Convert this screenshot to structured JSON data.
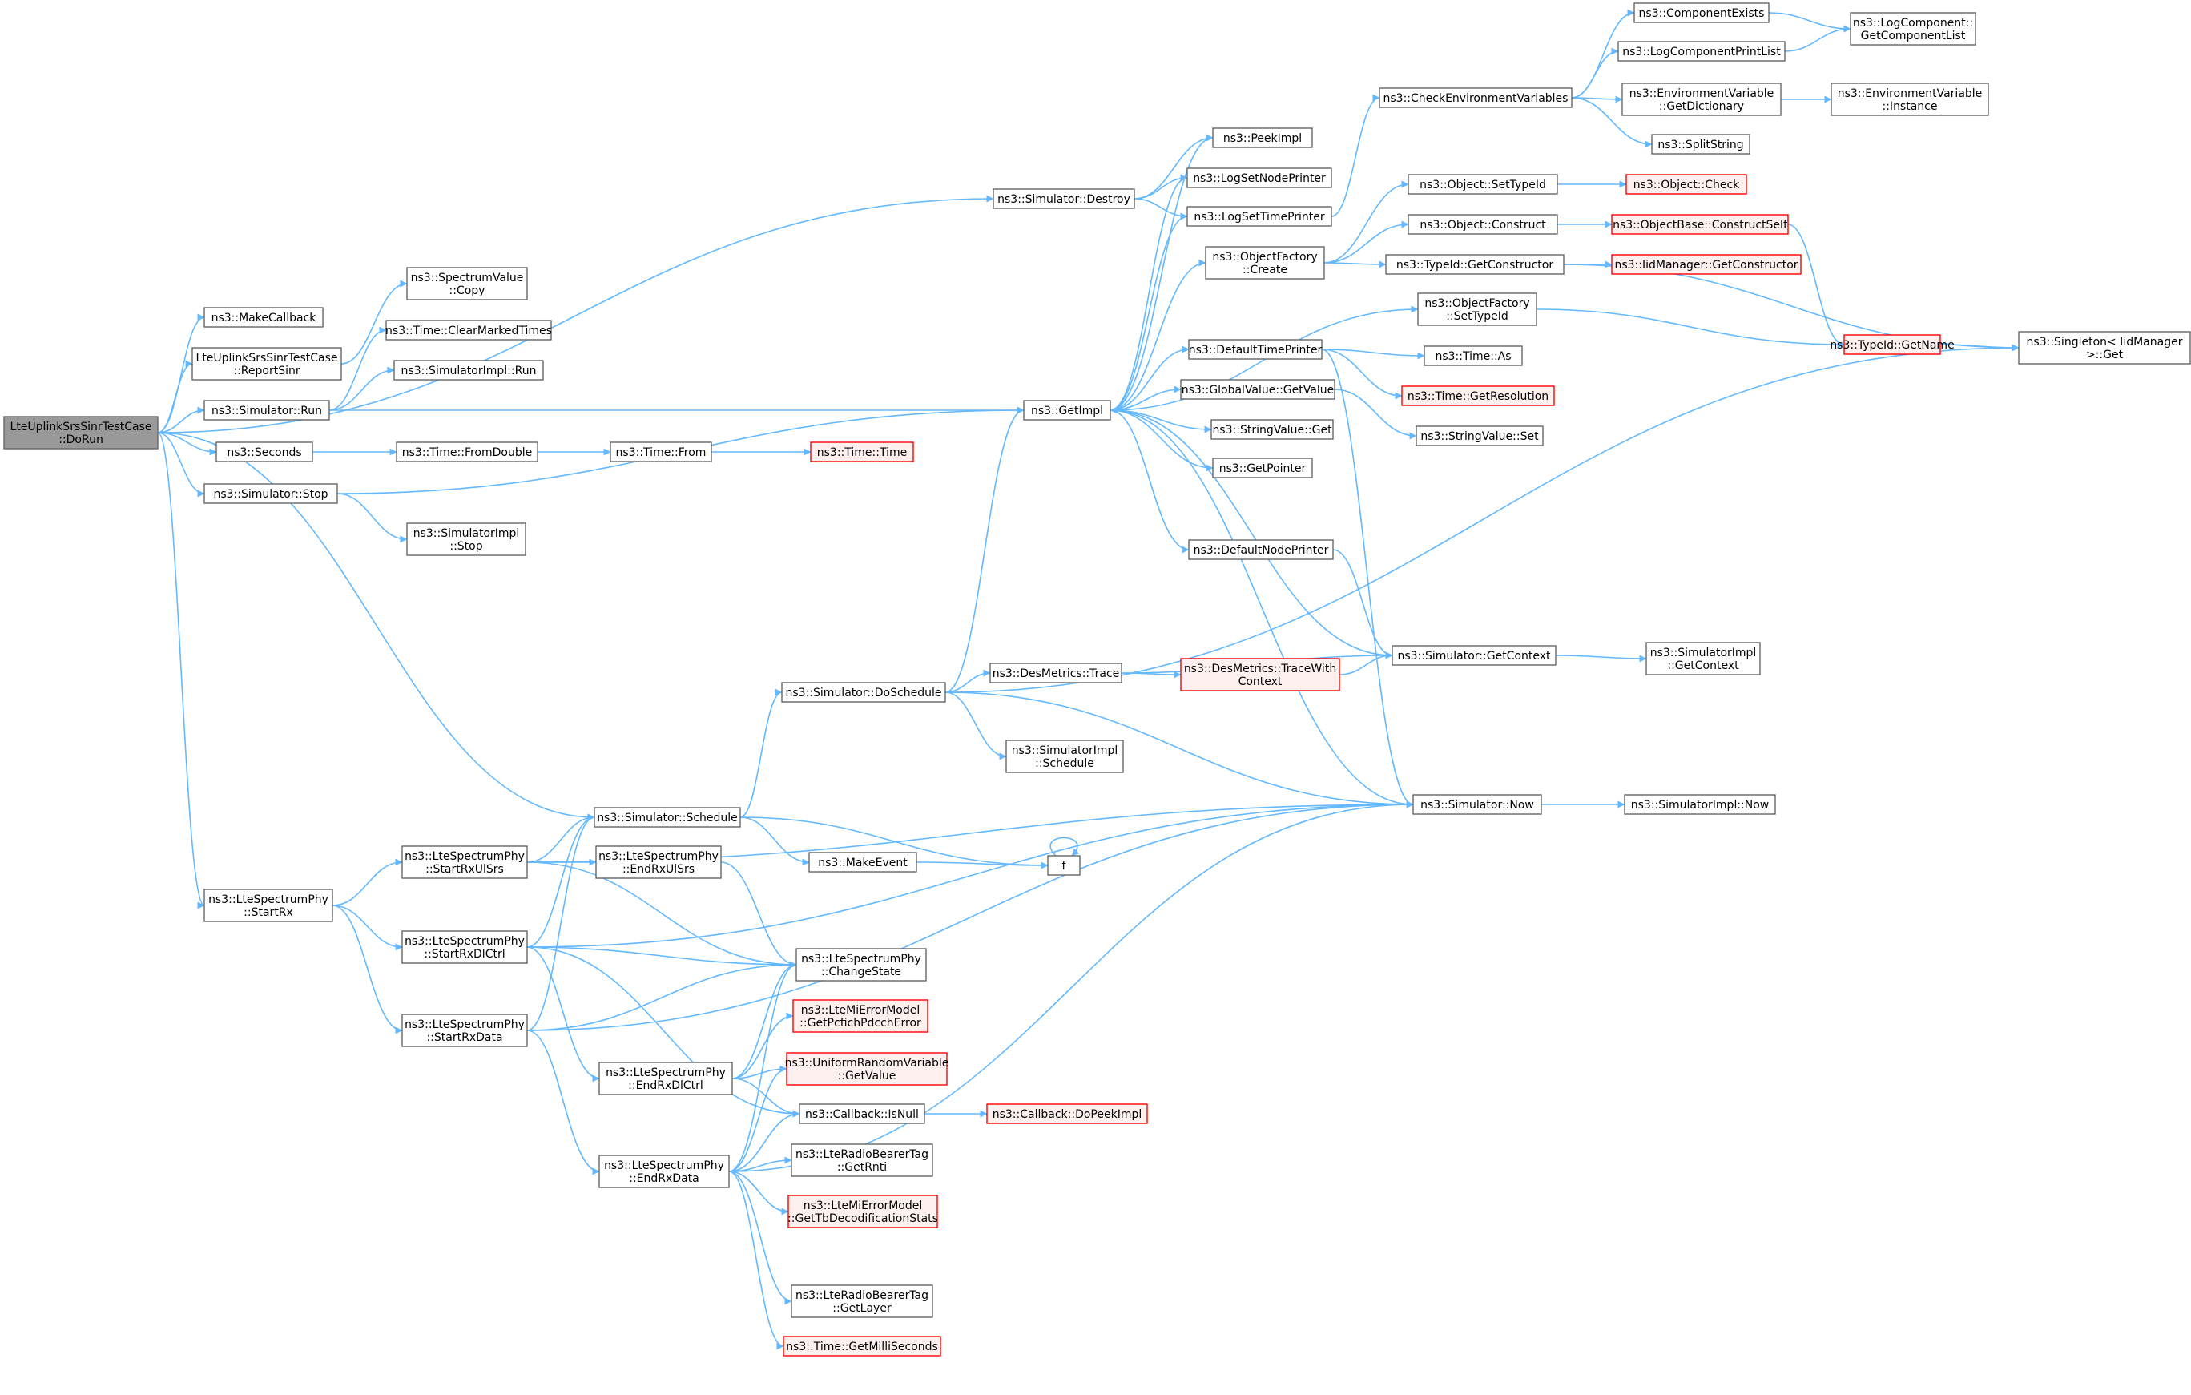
{
  "colors": {
    "edge": "#63b8ff",
    "node_border": "#666666",
    "node_fill": "#ffffff",
    "root_fill": "#999999",
    "root_border": "#666666",
    "truncated_border": "#ff0000",
    "truncated_fill": "#fff0f0"
  },
  "nodes": [
    {
      "id": "doRun",
      "lines": [
        "LteUplinkSrsSinrTestCase",
        "::DoRun"
      ],
      "style": "root"
    },
    {
      "id": "makeCallback",
      "lines": [
        "ns3::MakeCallback"
      ],
      "style": "normal"
    },
    {
      "id": "reportSinr",
      "lines": [
        "LteUplinkSrsSinrTestCase",
        "::ReportSinr"
      ],
      "style": "normal"
    },
    {
      "id": "simRun",
      "lines": [
        "ns3::Simulator::Run"
      ],
      "style": "normal"
    },
    {
      "id": "seconds",
      "lines": [
        "ns3::Seconds"
      ],
      "style": "normal"
    },
    {
      "id": "simStop",
      "lines": [
        "ns3::Simulator::Stop"
      ],
      "style": "normal"
    },
    {
      "id": "startRx",
      "lines": [
        "ns3::LteSpectrumPhy",
        "::StartRx"
      ],
      "style": "normal"
    },
    {
      "id": "specCopy",
      "lines": [
        "ns3::SpectrumValue",
        "::Copy"
      ],
      "style": "normal"
    },
    {
      "id": "clearMarked",
      "lines": [
        "ns3::Time::ClearMarkedTimes"
      ],
      "style": "normal"
    },
    {
      "id": "implRun",
      "lines": [
        "ns3::SimulatorImpl::Run"
      ],
      "style": "normal"
    },
    {
      "id": "fromDouble",
      "lines": [
        "ns3::Time::FromDouble"
      ],
      "style": "normal"
    },
    {
      "id": "implStop",
      "lines": [
        "ns3::SimulatorImpl",
        "::Stop"
      ],
      "style": "normal"
    },
    {
      "id": "timeFrom",
      "lines": [
        "ns3::Time::From"
      ],
      "style": "normal"
    },
    {
      "id": "timeTime",
      "lines": [
        "ns3::Time::Time"
      ],
      "style": "truncated"
    },
    {
      "id": "simDestroy",
      "lines": [
        "ns3::Simulator::Destroy"
      ],
      "style": "normal"
    },
    {
      "id": "getImpl",
      "lines": [
        "ns3::GetImpl"
      ],
      "style": "normal"
    },
    {
      "id": "peekImpl",
      "lines": [
        "ns3::PeekImpl"
      ],
      "style": "normal"
    },
    {
      "id": "logSetNode",
      "lines": [
        "ns3::LogSetNodePrinter"
      ],
      "style": "normal"
    },
    {
      "id": "logSetTime",
      "lines": [
        "ns3::LogSetTimePrinter"
      ],
      "style": "normal"
    },
    {
      "id": "ofCreate",
      "lines": [
        "ns3::ObjectFactory",
        "::Create"
      ],
      "style": "normal"
    },
    {
      "id": "ofSetTypeId",
      "lines": [
        "ns3::ObjectFactory",
        "::SetTypeId"
      ],
      "style": "normal"
    },
    {
      "id": "defTimePrinter",
      "lines": [
        "ns3::DefaultTimePrinter"
      ],
      "style": "normal"
    },
    {
      "id": "gvGetValue",
      "lines": [
        "ns3::GlobalValue::GetValue"
      ],
      "style": "normal"
    },
    {
      "id": "svGet",
      "lines": [
        "ns3::StringValue::Get"
      ],
      "style": "normal"
    },
    {
      "id": "getPointer",
      "lines": [
        "ns3::GetPointer"
      ],
      "style": "normal"
    },
    {
      "id": "defNodePrinter",
      "lines": [
        "ns3::DefaultNodePrinter"
      ],
      "style": "normal"
    },
    {
      "id": "checkEnv",
      "lines": [
        "ns3::CheckEnvironmentVariables"
      ],
      "style": "normal"
    },
    {
      "id": "compExists",
      "lines": [
        "ns3::ComponentExists"
      ],
      "style": "normal"
    },
    {
      "id": "logCompPrint",
      "lines": [
        "ns3::LogComponentPrintList"
      ],
      "style": "normal"
    },
    {
      "id": "envGetDict",
      "lines": [
        "ns3::EnvironmentVariable",
        "::GetDictionary"
      ],
      "style": "normal"
    },
    {
      "id": "splitString",
      "lines": [
        "ns3::SplitString"
      ],
      "style": "normal"
    },
    {
      "id": "logCompList",
      "lines": [
        "ns3::LogComponent::",
        "GetComponentList"
      ],
      "style": "normal"
    },
    {
      "id": "envInstance",
      "lines": [
        "ns3::EnvironmentVariable",
        "::Instance"
      ],
      "style": "normal"
    },
    {
      "id": "objSetTypeId",
      "lines": [
        "ns3::Object::SetTypeId"
      ],
      "style": "normal"
    },
    {
      "id": "objCheck",
      "lines": [
        "ns3::Object::Check"
      ],
      "style": "truncated"
    },
    {
      "id": "objConstruct",
      "lines": [
        "ns3::Object::Construct"
      ],
      "style": "normal"
    },
    {
      "id": "constructSelf",
      "lines": [
        "ns3::ObjectBase::ConstructSelf"
      ],
      "style": "truncated"
    },
    {
      "id": "tidGetCtor",
      "lines": [
        "ns3::TypeId::GetConstructor"
      ],
      "style": "normal"
    },
    {
      "id": "iidGetCtor",
      "lines": [
        "ns3::IidManager::GetConstructor"
      ],
      "style": "truncated"
    },
    {
      "id": "tidGetName",
      "lines": [
        "ns3::TypeId::GetName"
      ],
      "style": "truncated"
    },
    {
      "id": "singletonGet",
      "lines": [
        "ns3::Singleton< IidManager",
        " >::Get"
      ],
      "style": "normal"
    },
    {
      "id": "timeAs",
      "lines": [
        "ns3::Time::As"
      ],
      "style": "normal"
    },
    {
      "id": "timeGetRes",
      "lines": [
        "ns3::Time::GetResolution"
      ],
      "style": "truncated"
    },
    {
      "id": "svSet",
      "lines": [
        "ns3::StringValue::Set"
      ],
      "style": "normal"
    },
    {
      "id": "simGetContext",
      "lines": [
        "ns3::Simulator::GetContext"
      ],
      "style": "normal"
    },
    {
      "id": "implGetContext",
      "lines": [
        "ns3::SimulatorImpl",
        "::GetContext"
      ],
      "style": "normal"
    },
    {
      "id": "doSchedule",
      "lines": [
        "ns3::Simulator::DoSchedule"
      ],
      "style": "normal"
    },
    {
      "id": "desTrace",
      "lines": [
        "ns3::DesMetrics::Trace"
      ],
      "style": "normal"
    },
    {
      "id": "desTraceWith",
      "lines": [
        "ns3::DesMetrics::TraceWith",
        "Context"
      ],
      "style": "truncated"
    },
    {
      "id": "implSchedule",
      "lines": [
        "ns3::SimulatorImpl",
        "::Schedule"
      ],
      "style": "normal"
    },
    {
      "id": "simNow",
      "lines": [
        "ns3::Simulator::Now"
      ],
      "style": "normal"
    },
    {
      "id": "implNow",
      "lines": [
        "ns3::SimulatorImpl::Now"
      ],
      "style": "normal"
    },
    {
      "id": "simSchedule",
      "lines": [
        "ns3::Simulator::Schedule"
      ],
      "style": "normal"
    },
    {
      "id": "makeEvent",
      "lines": [
        "ns3::MakeEvent"
      ],
      "style": "normal"
    },
    {
      "id": "f",
      "lines": [
        "f"
      ],
      "style": "normal"
    },
    {
      "id": "startRxUlSrs",
      "lines": [
        "ns3::LteSpectrumPhy",
        "::StartRxUlSrs"
      ],
      "style": "normal"
    },
    {
      "id": "endRxUlSrs",
      "lines": [
        "ns3::LteSpectrumPhy",
        "::EndRxUlSrs"
      ],
      "style": "normal"
    },
    {
      "id": "startRxDlCtrl",
      "lines": [
        "ns3::LteSpectrumPhy",
        "::StartRxDlCtrl"
      ],
      "style": "normal"
    },
    {
      "id": "startRxData",
      "lines": [
        "ns3::LteSpectrumPhy",
        "::StartRxData"
      ],
      "style": "normal"
    },
    {
      "id": "changeState",
      "lines": [
        "ns3::LteSpectrumPhy",
        "::ChangeState"
      ],
      "style": "normal"
    },
    {
      "id": "pcfich",
      "lines": [
        "ns3::LteMiErrorModel",
        "::GetPcfichPdcchError"
      ],
      "style": "truncated"
    },
    {
      "id": "urvGetValue",
      "lines": [
        "ns3::UniformRandomVariable",
        "::GetValue"
      ],
      "style": "truncated"
    },
    {
      "id": "endRxDlCtrl",
      "lines": [
        "ns3::LteSpectrumPhy",
        "::EndRxDlCtrl"
      ],
      "style": "normal"
    },
    {
      "id": "cbIsNull",
      "lines": [
        "ns3::Callback::IsNull"
      ],
      "style": "normal"
    },
    {
      "id": "cbDoPeek",
      "lines": [
        "ns3::Callback::DoPeekImpl"
      ],
      "style": "truncated"
    },
    {
      "id": "endRxData",
      "lines": [
        "ns3::LteSpectrumPhy",
        "::EndRxData"
      ],
      "style": "normal"
    },
    {
      "id": "rbtGetRnti",
      "lines": [
        "ns3::LteRadioBearerTag",
        "::GetRnti"
      ],
      "style": "normal"
    },
    {
      "id": "tbDecod",
      "lines": [
        "ns3::LteMiErrorModel",
        "::GetTbDecodificationStats"
      ],
      "style": "truncated"
    },
    {
      "id": "rbtGetLayer",
      "lines": [
        "ns3::LteRadioBearerTag",
        "::GetLayer"
      ],
      "style": "normal"
    },
    {
      "id": "getMilli",
      "lines": [
        "ns3::Time::GetMilliSeconds"
      ],
      "style": "truncated"
    }
  ],
  "edges": [
    [
      "doRun",
      "simDestroy"
    ],
    [
      "doRun",
      "makeCallback"
    ],
    [
      "doRun",
      "reportSinr"
    ],
    [
      "doRun",
      "simRun"
    ],
    [
      "doRun",
      "seconds"
    ],
    [
      "doRun",
      "simStop"
    ],
    [
      "doRun",
      "simSchedule"
    ],
    [
      "doRun",
      "startRx"
    ],
    [
      "reportSinr",
      "specCopy"
    ],
    [
      "simRun",
      "clearMarked"
    ],
    [
      "simRun",
      "implRun"
    ],
    [
      "simRun",
      "getImpl"
    ],
    [
      "seconds",
      "fromDouble"
    ],
    [
      "fromDouble",
      "timeFrom"
    ],
    [
      "timeFrom",
      "timeTime"
    ],
    [
      "simStop",
      "getImpl"
    ],
    [
      "simStop",
      "implStop"
    ],
    [
      "simDestroy",
      "peekImpl"
    ],
    [
      "simDestroy",
      "logSetNode"
    ],
    [
      "simDestroy",
      "logSetTime"
    ],
    [
      "getImpl",
      "peekImpl"
    ],
    [
      "getImpl",
      "logSetNode"
    ],
    [
      "getImpl",
      "logSetTime"
    ],
    [
      "getImpl",
      "ofCreate"
    ],
    [
      "getImpl",
      "ofSetTypeId"
    ],
    [
      "getImpl",
      "defTimePrinter"
    ],
    [
      "getImpl",
      "gvGetValue"
    ],
    [
      "getImpl",
      "svGet"
    ],
    [
      "getImpl",
      "getPointer"
    ],
    [
      "getImpl",
      "defNodePrinter"
    ],
    [
      "getImpl",
      "simNow"
    ],
    [
      "logSetTime",
      "checkEnv"
    ],
    [
      "checkEnv",
      "compExists"
    ],
    [
      "checkEnv",
      "logCompPrint"
    ],
    [
      "checkEnv",
      "envGetDict"
    ],
    [
      "checkEnv",
      "splitString"
    ],
    [
      "compExists",
      "logCompList"
    ],
    [
      "logCompPrint",
      "logCompList"
    ],
    [
      "envGetDict",
      "envInstance"
    ],
    [
      "ofCreate",
      "objSetTypeId"
    ],
    [
      "ofCreate",
      "objConstruct"
    ],
    [
      "ofCreate",
      "tidGetCtor"
    ],
    [
      "objSetTypeId",
      "objCheck"
    ],
    [
      "objConstruct",
      "constructSelf"
    ],
    [
      "constructSelf",
      "tidGetName"
    ],
    [
      "tidGetCtor",
      "iidGetCtor"
    ],
    [
      "tidGetCtor",
      "singletonGet"
    ],
    [
      "ofSetTypeId",
      "tidGetName"
    ],
    [
      "tidGetName",
      "singletonGet"
    ],
    [
      "defTimePrinter",
      "timeAs"
    ],
    [
      "defTimePrinter",
      "timeGetRes"
    ],
    [
      "defTimePrinter",
      "simNow"
    ],
    [
      "gvGetValue",
      "svSet"
    ],
    [
      "defNodePrinter",
      "simGetContext"
    ],
    [
      "simGetContext",
      "getImpl"
    ],
    [
      "simGetContext",
      "implGetContext"
    ],
    [
      "simNow",
      "implNow"
    ],
    [
      "doSchedule",
      "getImpl"
    ],
    [
      "doSchedule",
      "desTrace"
    ],
    [
      "doSchedule",
      "implSchedule"
    ],
    [
      "doSchedule",
      "simNow"
    ],
    [
      "doSchedule",
      "singletonGet"
    ],
    [
      "desTrace",
      "desTraceWith"
    ],
    [
      "desTrace",
      "simGetContext"
    ],
    [
      "desTraceWith",
      "simGetContext"
    ],
    [
      "simSchedule",
      "doSchedule"
    ],
    [
      "simSchedule",
      "makeEvent"
    ],
    [
      "simSchedule",
      "f"
    ],
    [
      "makeEvent",
      "f"
    ],
    [
      "f",
      "f"
    ],
    [
      "startRx",
      "startRxUlSrs"
    ],
    [
      "startRx",
      "startRxDlCtrl"
    ],
    [
      "startRx",
      "startRxData"
    ],
    [
      "startRxUlSrs",
      "simSchedule"
    ],
    [
      "startRxUlSrs",
      "endRxUlSrs"
    ],
    [
      "startRxUlSrs",
      "changeState"
    ],
    [
      "startRxUlSrs",
      "simNow"
    ],
    [
      "endRxUlSrs",
      "changeState"
    ],
    [
      "startRxDlCtrl",
      "simSchedule"
    ],
    [
      "startRxDlCtrl",
      "changeState"
    ],
    [
      "startRxDlCtrl",
      "endRxDlCtrl"
    ],
    [
      "startRxDlCtrl",
      "simNow"
    ],
    [
      "startRxDlCtrl",
      "cbIsNull"
    ],
    [
      "startRxData",
      "simSchedule"
    ],
    [
      "startRxData",
      "changeState"
    ],
    [
      "startRxData",
      "endRxData"
    ],
    [
      "startRxData",
      "simNow"
    ],
    [
      "endRxDlCtrl",
      "changeState"
    ],
    [
      "endRxDlCtrl",
      "pcfich"
    ],
    [
      "endRxDlCtrl",
      "urvGetValue"
    ],
    [
      "endRxDlCtrl",
      "cbIsNull"
    ],
    [
      "cbIsNull",
      "cbDoPeek"
    ],
    [
      "endRxData",
      "changeState"
    ],
    [
      "endRxData",
      "urvGetValue"
    ],
    [
      "endRxData",
      "cbIsNull"
    ],
    [
      "endRxData",
      "rbtGetRnti"
    ],
    [
      "endRxData",
      "tbDecod"
    ],
    [
      "endRxData",
      "rbtGetLayer"
    ],
    [
      "endRxData",
      "getMilli"
    ],
    [
      "endRxData",
      "simNow"
    ]
  ]
}
